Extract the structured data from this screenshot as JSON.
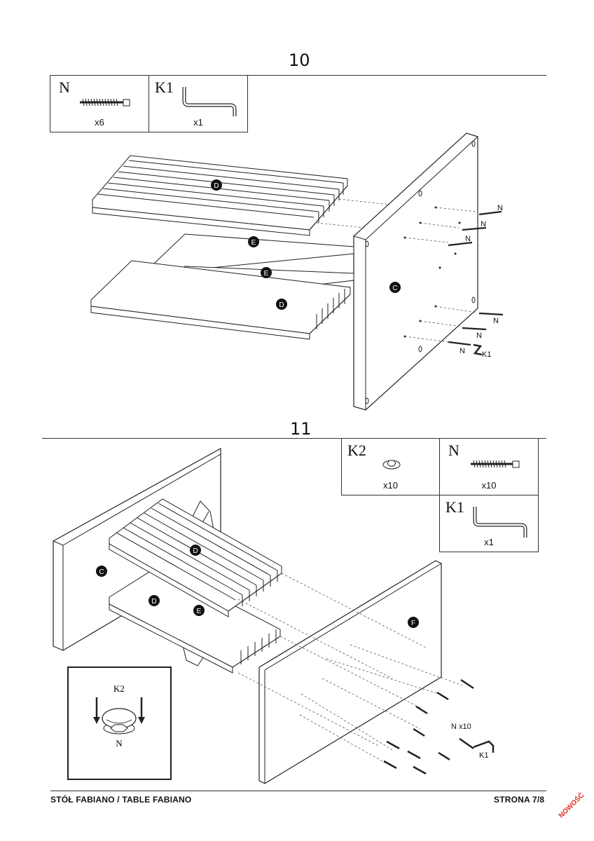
{
  "step10": {
    "number": "10",
    "parts": [
      {
        "label": "N",
        "qty": "x6",
        "icon": "screw-icon"
      },
      {
        "label": "K1",
        "qty": "x1",
        "icon": "allen-key-icon"
      }
    ],
    "callouts": {
      "D_top": "D",
      "E1": "E",
      "E2": "E",
      "D_bottom": "D",
      "C": "C",
      "N": "N",
      "K1": "K1"
    }
  },
  "step11": {
    "number": "11",
    "parts": [
      {
        "label": "K2",
        "qty": "x10",
        "icon": "cam-nut-icon"
      },
      {
        "label": "N",
        "qty": "x10",
        "icon": "screw-icon"
      },
      {
        "label": "K1",
        "qty": "x1",
        "icon": "allen-key-icon"
      }
    ],
    "callouts": {
      "D_top": "D",
      "D_bottom": "D",
      "E": "E",
      "C": "C",
      "F": "F",
      "N_x10": "N x10",
      "K1": "K1"
    },
    "detail": {
      "top_label": "K2",
      "bottom_label": "N"
    }
  },
  "footer": {
    "title": "STÓŁ FABIANO / TABLE FABIANO",
    "page": "STRONA 7/8"
  },
  "badge": "NOWOŚĆ"
}
